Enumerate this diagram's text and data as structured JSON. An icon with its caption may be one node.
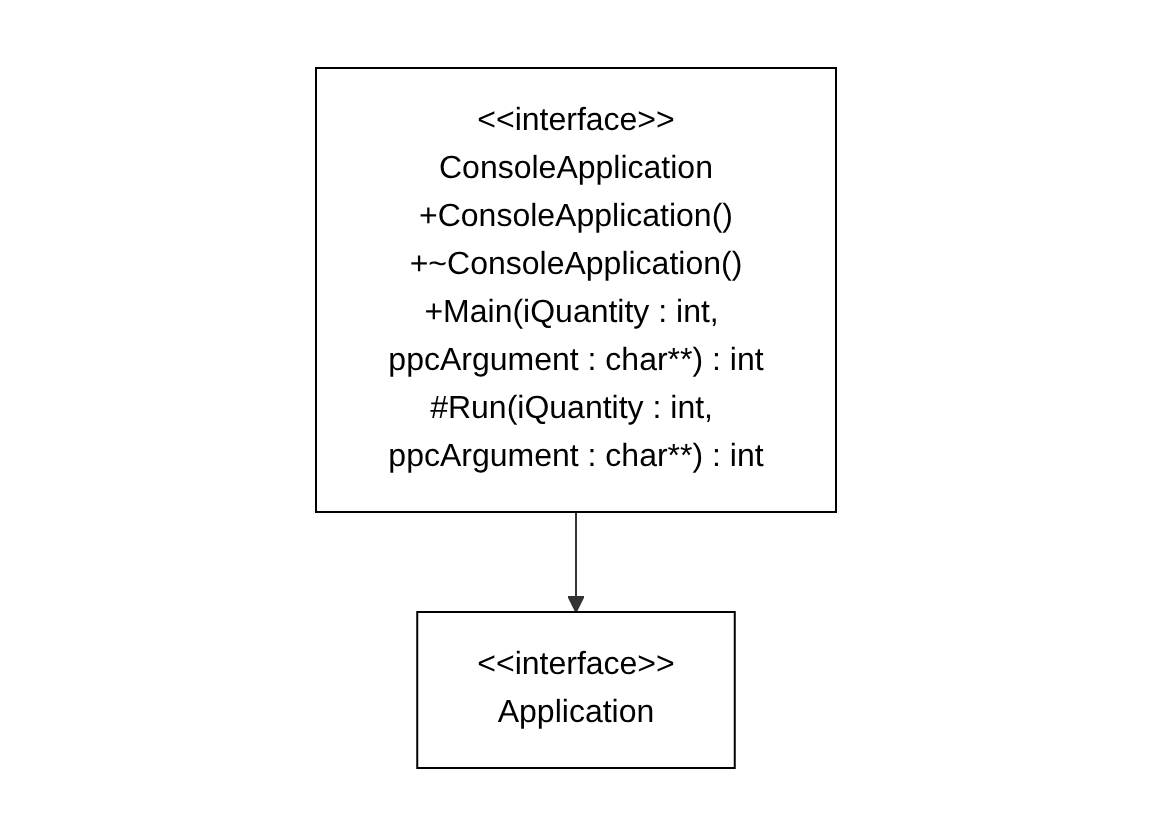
{
  "diagram": {
    "nodes": [
      {
        "text": [
          "<<interface>>",
          "Application"
        ]
      },
      {
        "text": [
          "<<interface>>",
          "ConsoleApplication",
          "+ConsoleApplication()",
          "+~ConsoleApplication()",
          "+Main(iQuantity : int, ppcArgument : char**) : int",
          "#Run(iQuantity : int, ppcArgument : char**) : int"
        ]
      }
    ],
    "edges": [
      {
        "from": 1,
        "to": 0,
        "arrow": "to"
      }
    ]
  }
}
